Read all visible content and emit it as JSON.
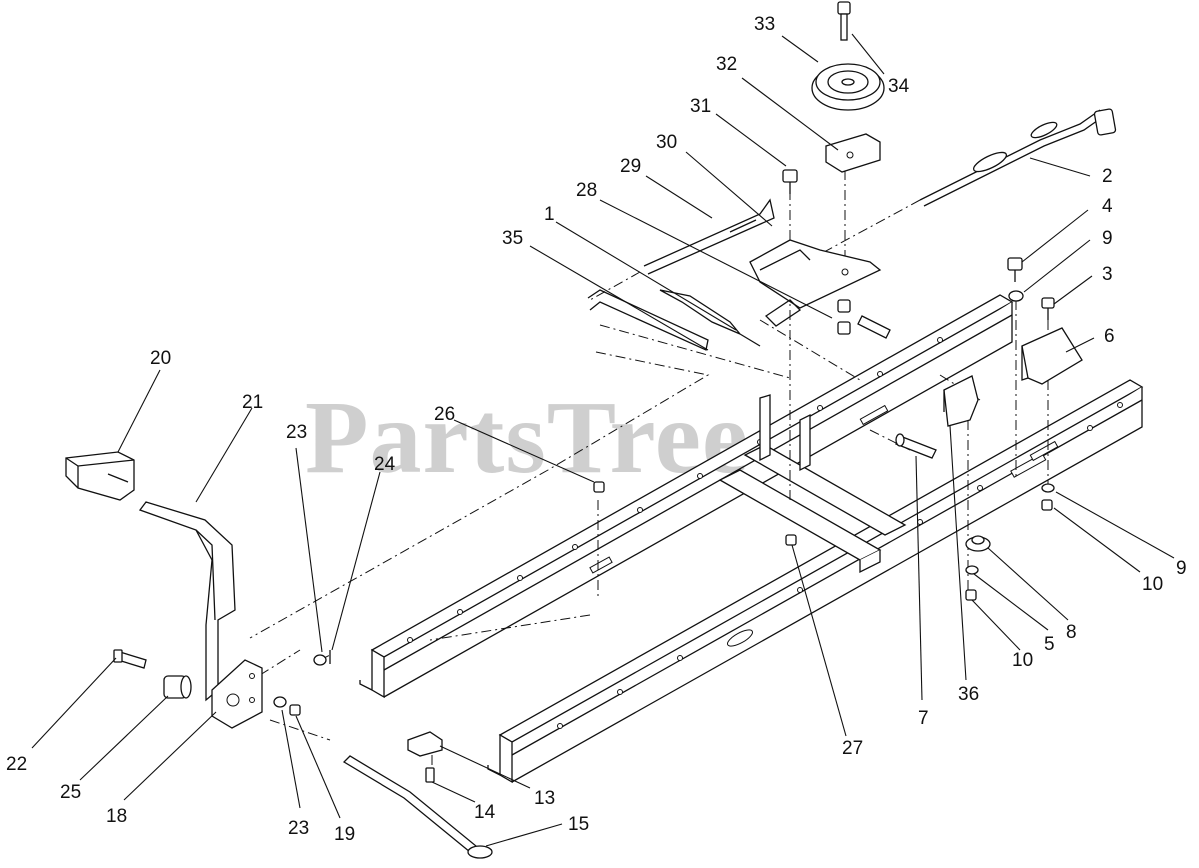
{
  "watermark": "PartsTree",
  "callouts": {
    "c1": "1",
    "c2": "2",
    "c3": "3",
    "c4": "4",
    "c5": "5",
    "c6": "6",
    "c7": "7",
    "c8": "8",
    "c9a": "9",
    "c9b": "9",
    "c10a": "10",
    "c10b": "10",
    "c13": "13",
    "c14": "14",
    "c15": "15",
    "c18": "18",
    "c19": "19",
    "c20": "20",
    "c21": "21",
    "c22": "22",
    "c23a": "23",
    "c23b": "23",
    "c24": "24",
    "c25": "25",
    "c26": "26",
    "c27": "27",
    "c28": "28",
    "c29": "29",
    "c30": "30",
    "c31": "31",
    "c32": "32",
    "c33": "33",
    "c34": "34",
    "c35": "35",
    "c36": "36"
  }
}
